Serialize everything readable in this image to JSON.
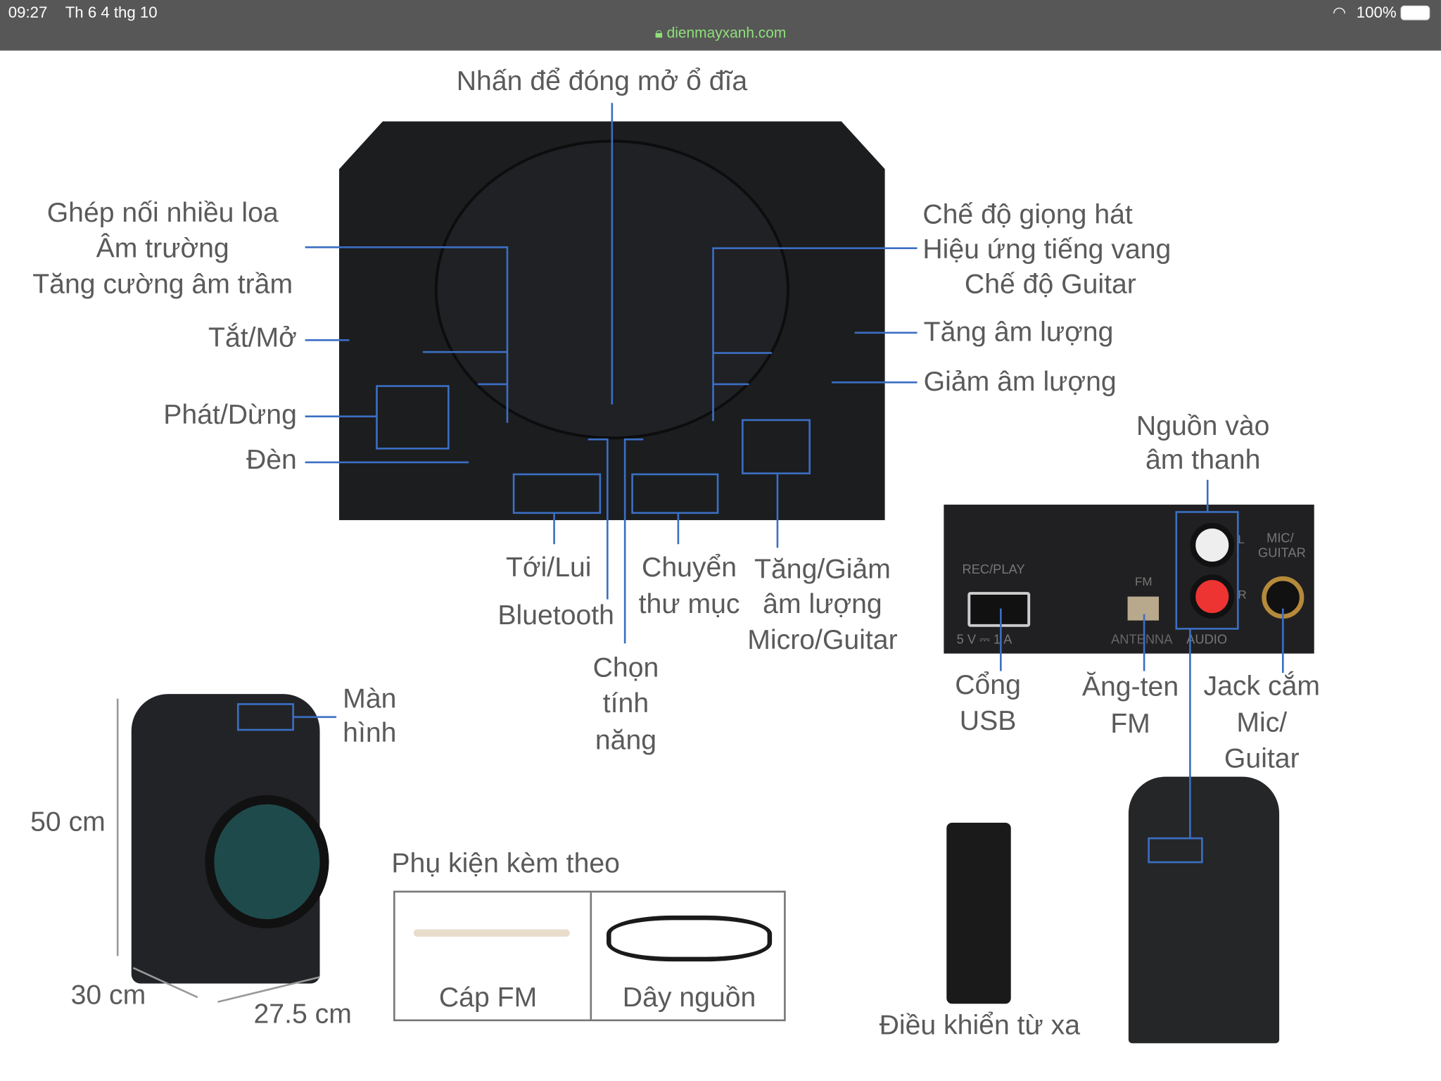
{
  "status_bar": {
    "time": "09:27",
    "date": "Th 6 4 thg 10",
    "battery": "100%",
    "url": "dienmayxanh.com"
  },
  "top_unit": {
    "disc": "Nhấn để đóng mở ổ đĩa",
    "left": [
      "Ghép nối nhiều loa",
      "Âm trường",
      "Tăng cường âm trầm"
    ],
    "power": "Tắt/Mở",
    "play": "Phát/Dừng",
    "light": "Đèn",
    "right": [
      "Chế độ giọng hát",
      "Hiệu ứng tiếng vang",
      "Chế độ Guitar"
    ],
    "vol_up": "Tăng âm lượng",
    "vol_down": "Giảm âm lượng",
    "skip": "Tới/Lui",
    "bluetooth": "Bluetooth",
    "folder": [
      "Chuyển",
      "thư mục"
    ],
    "function": [
      "Chọn",
      "tính",
      "năng"
    ],
    "mic_vol": [
      "Tăng/Giảm",
      "âm lượng",
      "Micro/Guitar"
    ]
  },
  "back_panel": {
    "audio_in": [
      "Nguồn vào",
      "âm thanh"
    ],
    "usb": [
      "Cổng",
      "USB"
    ],
    "fm": [
      "Ăng-ten",
      "FM"
    ],
    "mic": [
      "Jack cắm",
      "Mic/",
      "Guitar"
    ],
    "print": {
      "rec": "REC/PLAY",
      "usb_rating": "5 V ⎓ 1 A",
      "fm": "FM",
      "antenna": "ANTENNA",
      "audio": "AUDIO",
      "mic": "MIC/ GUITAR",
      "l": "L",
      "r": "R"
    }
  },
  "speaker": {
    "screen": [
      "Màn",
      "hình"
    ],
    "height": "50 cm",
    "depth": "30 cm",
    "width": "27.5 cm"
  },
  "accessories": {
    "title": "Phụ kiện kèm theo",
    "items": [
      "Cáp FM",
      "Dây nguồn"
    ]
  },
  "remote": "Điều khiển từ xa",
  "colors": {
    "line": "#3b6fc4",
    "status": "#575757",
    "url": "#8fe07a"
  }
}
